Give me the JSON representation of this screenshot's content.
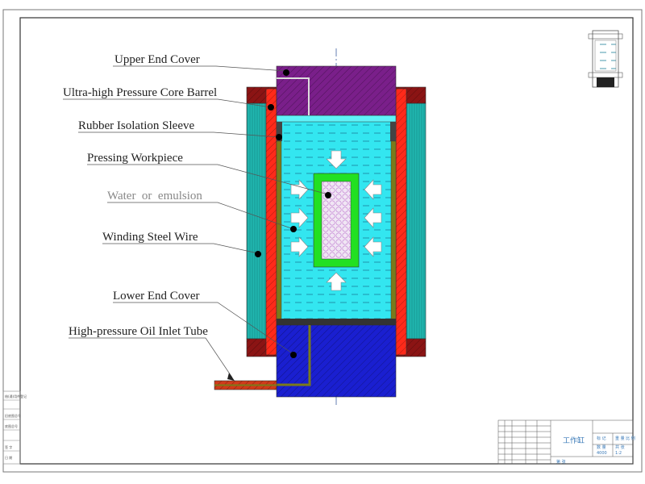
{
  "labels": {
    "upper_end_cover": "Upper End Cover",
    "core_barrel": "Ultra-high Pressure Core Barrel",
    "rubber_sleeve": "Rubber Isolation Sleeve",
    "workpiece": "Pressing Workpiece",
    "water": "Water  or  emulsion",
    "winding_wire": "Winding Steel Wire",
    "lower_end_cover": "Lower End Cover",
    "oil_inlet": "High-pressure Oil Inlet Tube"
  },
  "title_block": {
    "drawing_name": "工作缸",
    "scale": "1:2",
    "weight": "4000",
    "cell_a": "标 记",
    "cell_b": "重 量 比 例",
    "cell_c": "数 量",
    "cell_d": "共 张",
    "cell_e": "第 张"
  },
  "side_strip": [
    "借(通)用件登记",
    "旧底图总号",
    "底图总号",
    "签 字",
    "日 期"
  ],
  "colors": {
    "upper_cover": "#7a1f8a",
    "lower_cover": "#1a1fd0",
    "core_barrel": "#ff2a1a",
    "flange": "#8b1414",
    "winding": "#21b7b0",
    "water": "#33e6f0",
    "liner": "#7a7a1a",
    "workpiece_frame": "#22e022",
    "workpiece_core": "#f0e6f4"
  }
}
